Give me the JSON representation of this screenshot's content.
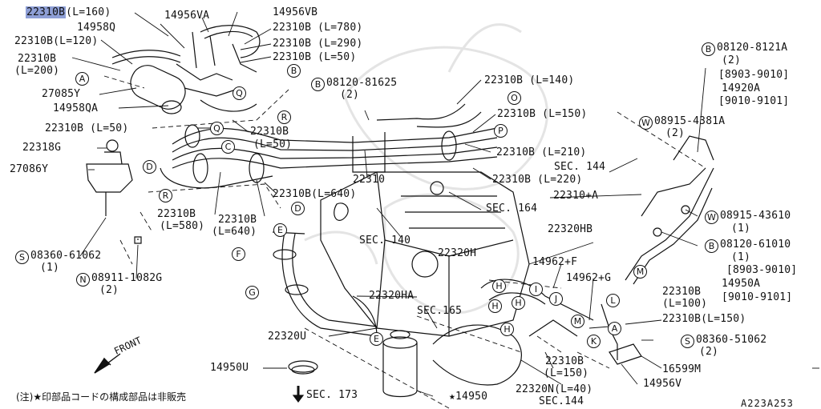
{
  "diagram_id": "A223A253",
  "front_label": "FRONT",
  "note": "(注)★印部品コードの構成部品は非販売",
  "labels": {
    "l1_id": "22310B",
    "l1_len": "(L=160)",
    "l2": "14956VA",
    "l3": "14956VB",
    "l4": "14958Q",
    "l5": "22310B (L=780)",
    "l6": "22310B(L=120)",
    "l7": "22310B (L=290)",
    "l8": "22310B",
    "l9": "22310B (L=50)",
    "l10": "(L=200)",
    "l11": "27085Y",
    "l12": "14958QA",
    "l13": "22310B  (L=50)",
    "l14": "22310B",
    "l15": "(L=50)",
    "l16": "22318G",
    "l17": "27086Y",
    "l18": "22310B",
    "l19": "(L=580)",
    "l20": "22310B",
    "l21": "(L=640)",
    "l22": "22310",
    "l23": "22310B(L=640)",
    "l24": "08120-81625",
    "l25": "(2)",
    "l26": "22310B (L=140)",
    "l27": "22310B (L=150)",
    "l28": "22310B (L=210)",
    "l29": "SEC. 144",
    "l30": "22310B (L=220)",
    "l31": "22310+A",
    "l32": "SEC. 164",
    "l33": "SEC. 140",
    "l34": "22320H",
    "l35": "22320HB",
    "l36": "14962+F",
    "l37": "14962+G",
    "l38": "22320HA",
    "l39": "SEC.165",
    "l40": "22320U",
    "l41": "14950U",
    "l42": "SEC. 173",
    "l43": "★14950",
    "l44": "22320N(L=40)",
    "l45": "SEC.144",
    "l46": "22310B",
    "l47": "(L=150)",
    "l48": "22310B",
    "l49": "(L=100)",
    "l50": "22310B(L=150)",
    "l51": "08360-51062",
    "l52": "(2)",
    "l53": "16599M",
    "l54": "14956V",
    "l55": "08360-61062",
    "l56": "(1)",
    "l57": "08911-1082G",
    "l58": "(2)",
    "r1": "08120-8121A",
    "r2": "(2)",
    "r3": "[8903-9010]",
    "r4": "14920A",
    "r5": "[9010-9101]",
    "r6": "08915-4381A",
    "r7": "(2)",
    "r8": "08915-43610",
    "r9": "(1)",
    "r10": "08120-61010",
    "r11": "(1)",
    "r12": "[8903-9010]",
    "r13": "14950A",
    "r14": "[9010-9101]"
  },
  "callouts": {
    "A": "A",
    "B": "B",
    "Q1": "Q",
    "Q2": "Q",
    "R1": "R",
    "C": "C",
    "D1": "D",
    "R2": "R",
    "D2": "D",
    "O": "O",
    "P": "P",
    "E1": "E",
    "F": "F",
    "G": "G",
    "E2": "E",
    "H1": "H",
    "H2": "H",
    "H3": "H",
    "H4": "H",
    "I": "I",
    "J": "J",
    "M1": "M",
    "M2": "M",
    "L": "L",
    "A2": "A",
    "K": "K",
    "Bc1": "B",
    "Bc2": "B",
    "Wc1": "W",
    "Wc2": "W",
    "Sc1": "S",
    "Sc2": "S",
    "Nc1": "N"
  },
  "colors": {
    "line": "#111111",
    "highlight": "#8e9fd6",
    "watermark": "#e6e6e6"
  }
}
